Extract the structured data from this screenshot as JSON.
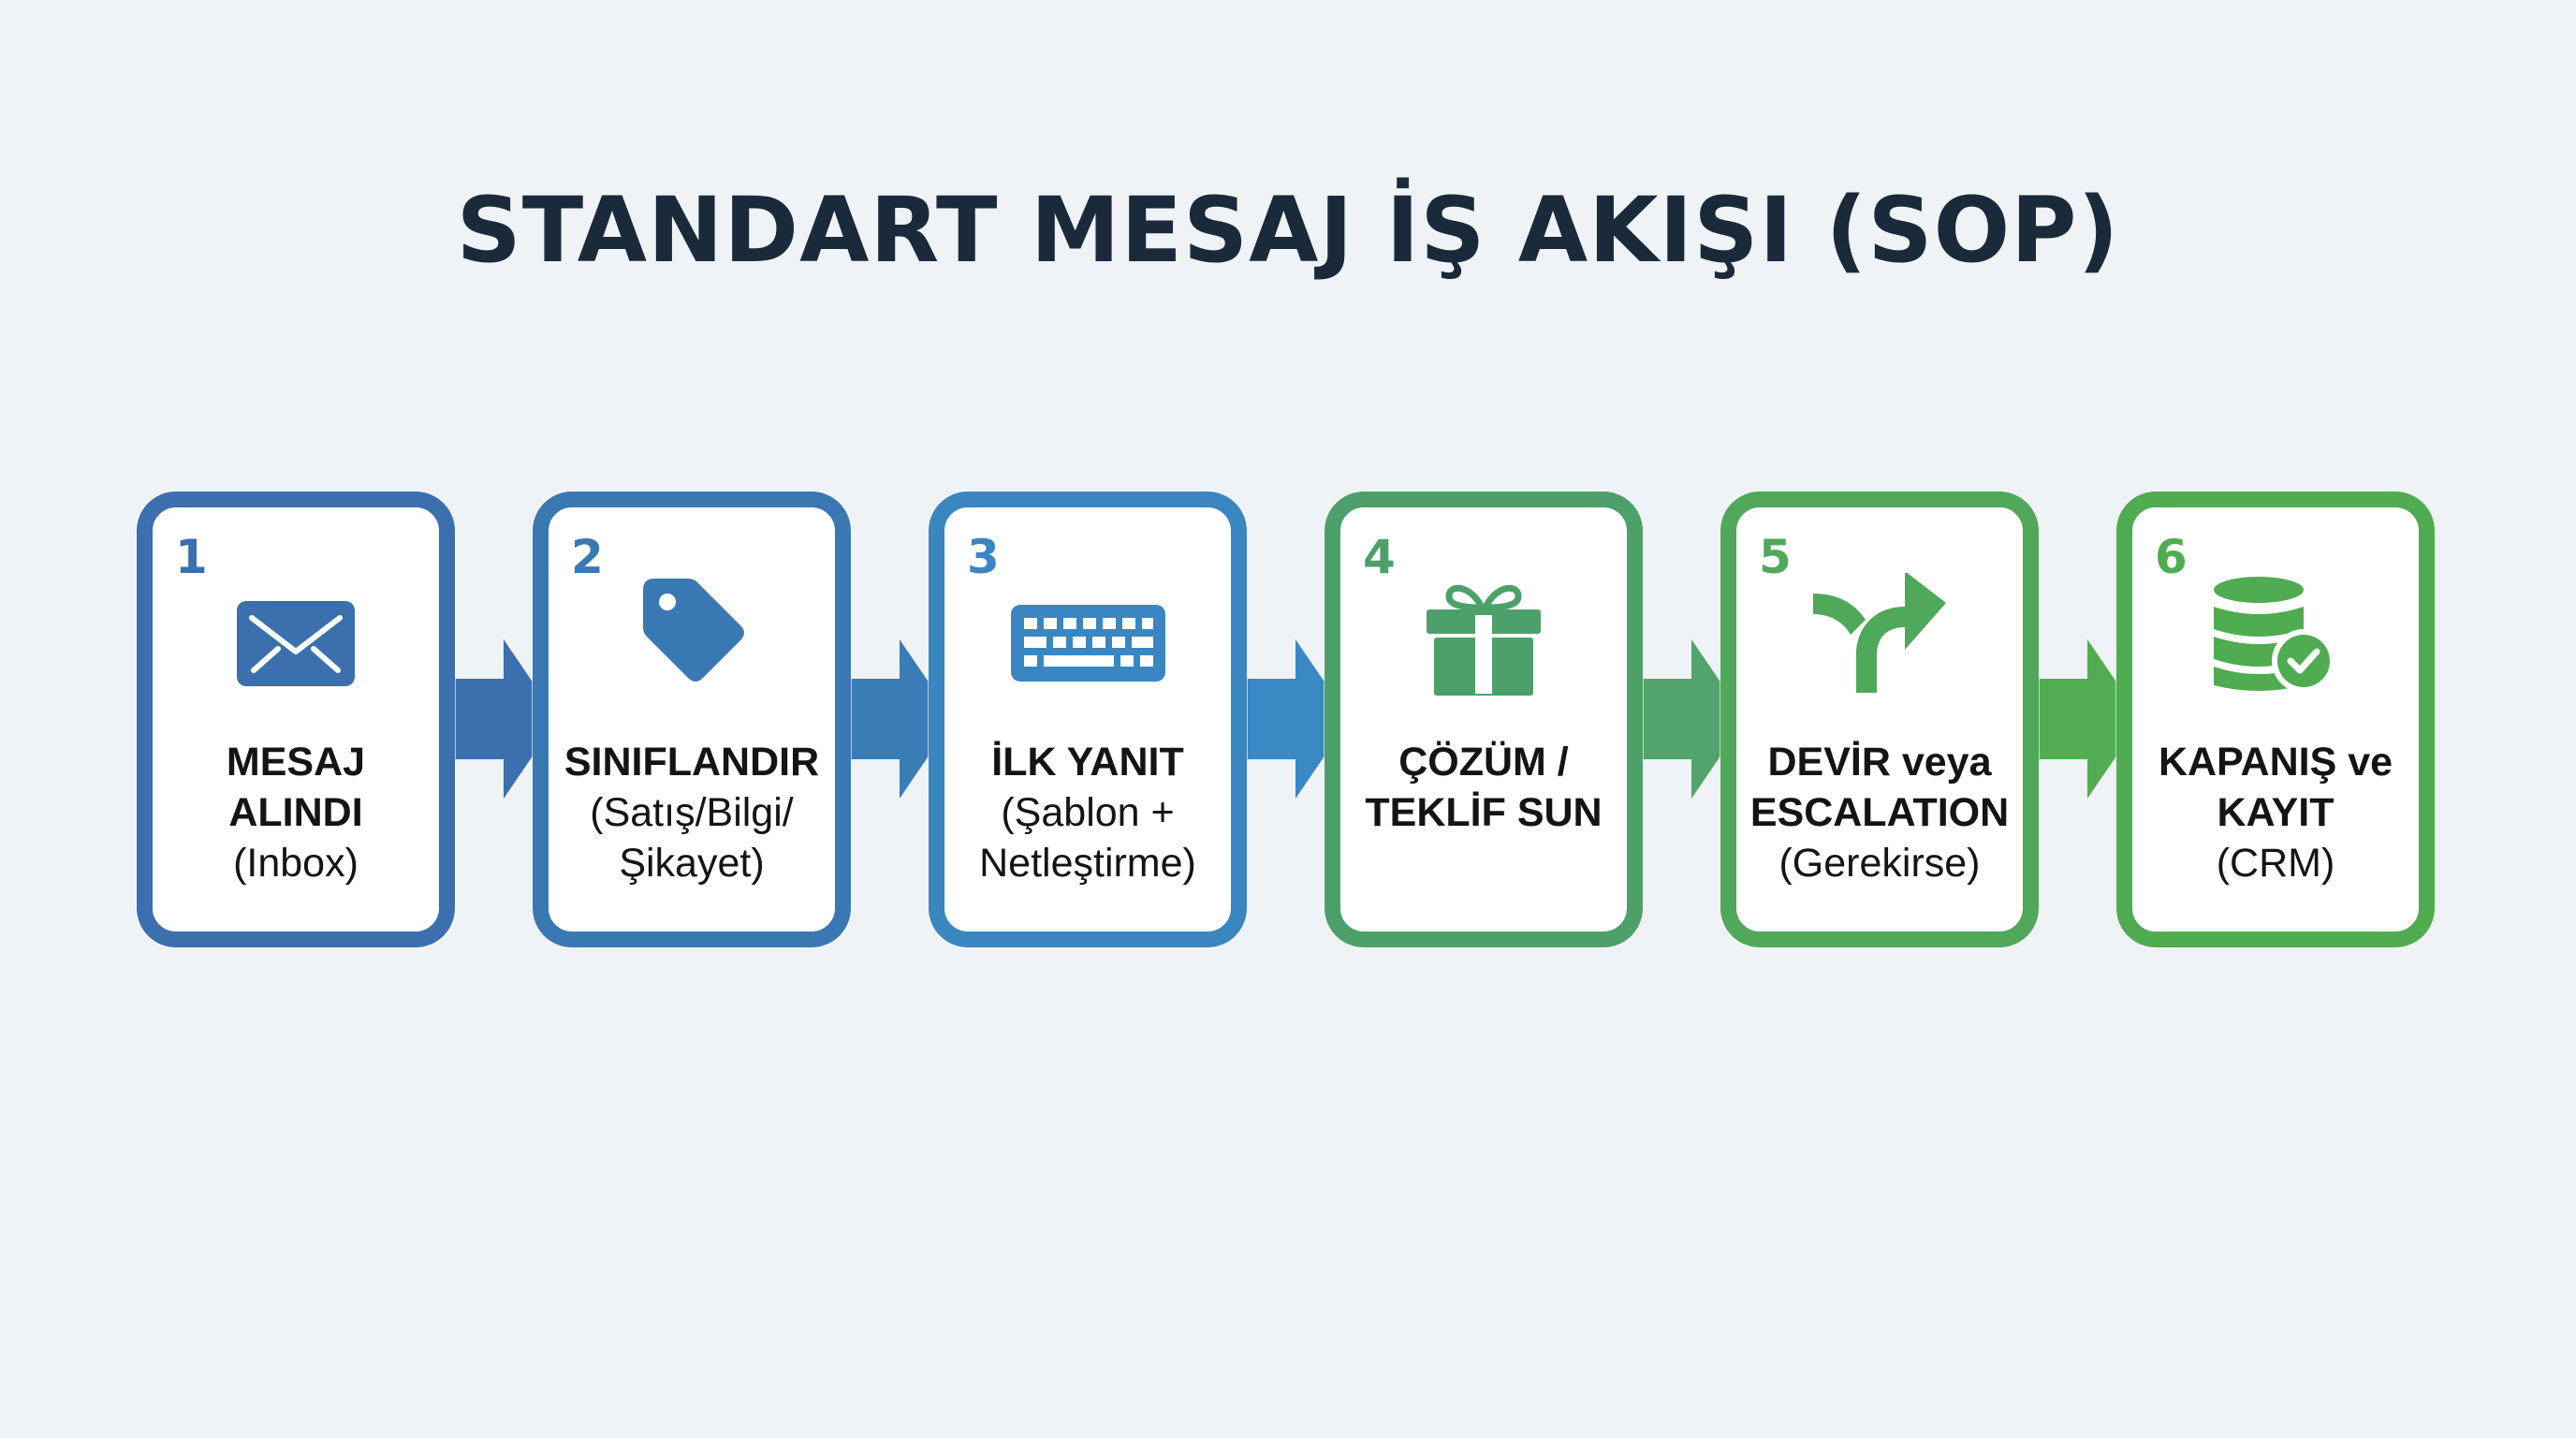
{
  "title": "STANDART MESAJ İŞ AKIŞI (SOP)",
  "colors": {
    "background": "#eff3f6",
    "title": "#1b2a3a",
    "step1": "#3b6fae",
    "step2": "#3a78b3",
    "step3": "#3a86c0",
    "step4": "#4ea06a",
    "step5": "#50a85a",
    "step6": "#4fac50"
  },
  "steps": [
    {
      "number": "1",
      "icon": "envelope-icon",
      "title_line1": "MESAJ",
      "title_line2": "ALINDI",
      "sub_line1": "(Inbox)",
      "sub_line2": ""
    },
    {
      "number": "2",
      "icon": "tag-icon",
      "title_line1": "SINIFLANDIR",
      "title_line2": "",
      "sub_line1": "(Satış/Bilgi/",
      "sub_line2": "Şikayet)"
    },
    {
      "number": "3",
      "icon": "keyboard-icon",
      "title_line1": "İLK YANIT",
      "title_line2": "",
      "sub_line1": "(Şablon +",
      "sub_line2": "Netleştirme)"
    },
    {
      "number": "4",
      "icon": "gift-icon",
      "title_line1": "ÇÖZÜM /",
      "title_line2": "TEKLİF SUN",
      "sub_line1": "",
      "sub_line2": ""
    },
    {
      "number": "5",
      "icon": "fork-arrow-icon",
      "title_line1": "DEVİR veya",
      "title_line2": "ESCALATION",
      "sub_line1": "(Gerekirse)",
      "sub_line2": ""
    },
    {
      "number": "6",
      "icon": "database-check-icon",
      "title_line1": "KAPANIŞ ve",
      "title_line2": "KAYIT",
      "sub_line1": "(CRM)",
      "sub_line2": ""
    }
  ]
}
